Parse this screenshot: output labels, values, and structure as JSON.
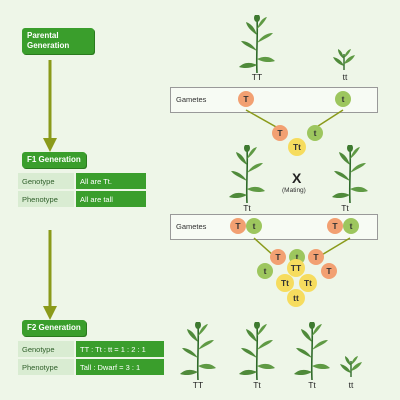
{
  "sections": {
    "parental": "Parental Generation",
    "f1": "F1 Generation",
    "f2": "F2 Generation"
  },
  "f1_table": [
    {
      "key": "Genotype",
      "value": "All are Tt."
    },
    {
      "key": "Phenotype",
      "value": "All are tall"
    }
  ],
  "f2_table": [
    {
      "key": "Genotype",
      "value": "TT : Tt : tt = 1 : 2 : 1"
    },
    {
      "key": "Phenotype",
      "value": "Tall : Dwarf = 3 : 1"
    }
  ],
  "parents": {
    "p1": "TT",
    "p2": "tt"
  },
  "gametes_label": "Gametes",
  "p_gametes": [
    "T",
    "t"
  ],
  "fusion": {
    "left": "T",
    "right": "t",
    "result": "Tt"
  },
  "f1_plants": [
    "Tt",
    "Tt"
  ],
  "cross": {
    "symbol": "X",
    "note": "(Mating)"
  },
  "f1_gametes": [
    "T",
    "t",
    "T",
    "t"
  ],
  "f2_cross": {
    "top": [
      "T",
      "t",
      "T"
    ],
    "left": "t",
    "right": "T",
    "grid": [
      "TT",
      "Tt",
      "Tt",
      "tt"
    ]
  },
  "f2_plants": [
    "TT",
    "Tt",
    "Tt",
    "tt"
  ],
  "colors": {
    "dominant": "#f2a072",
    "recessive": "#9dc65e",
    "hybrid": "#f6dc5e",
    "label_green": "#3a9e2c",
    "arrow": "#8a9a1a"
  }
}
